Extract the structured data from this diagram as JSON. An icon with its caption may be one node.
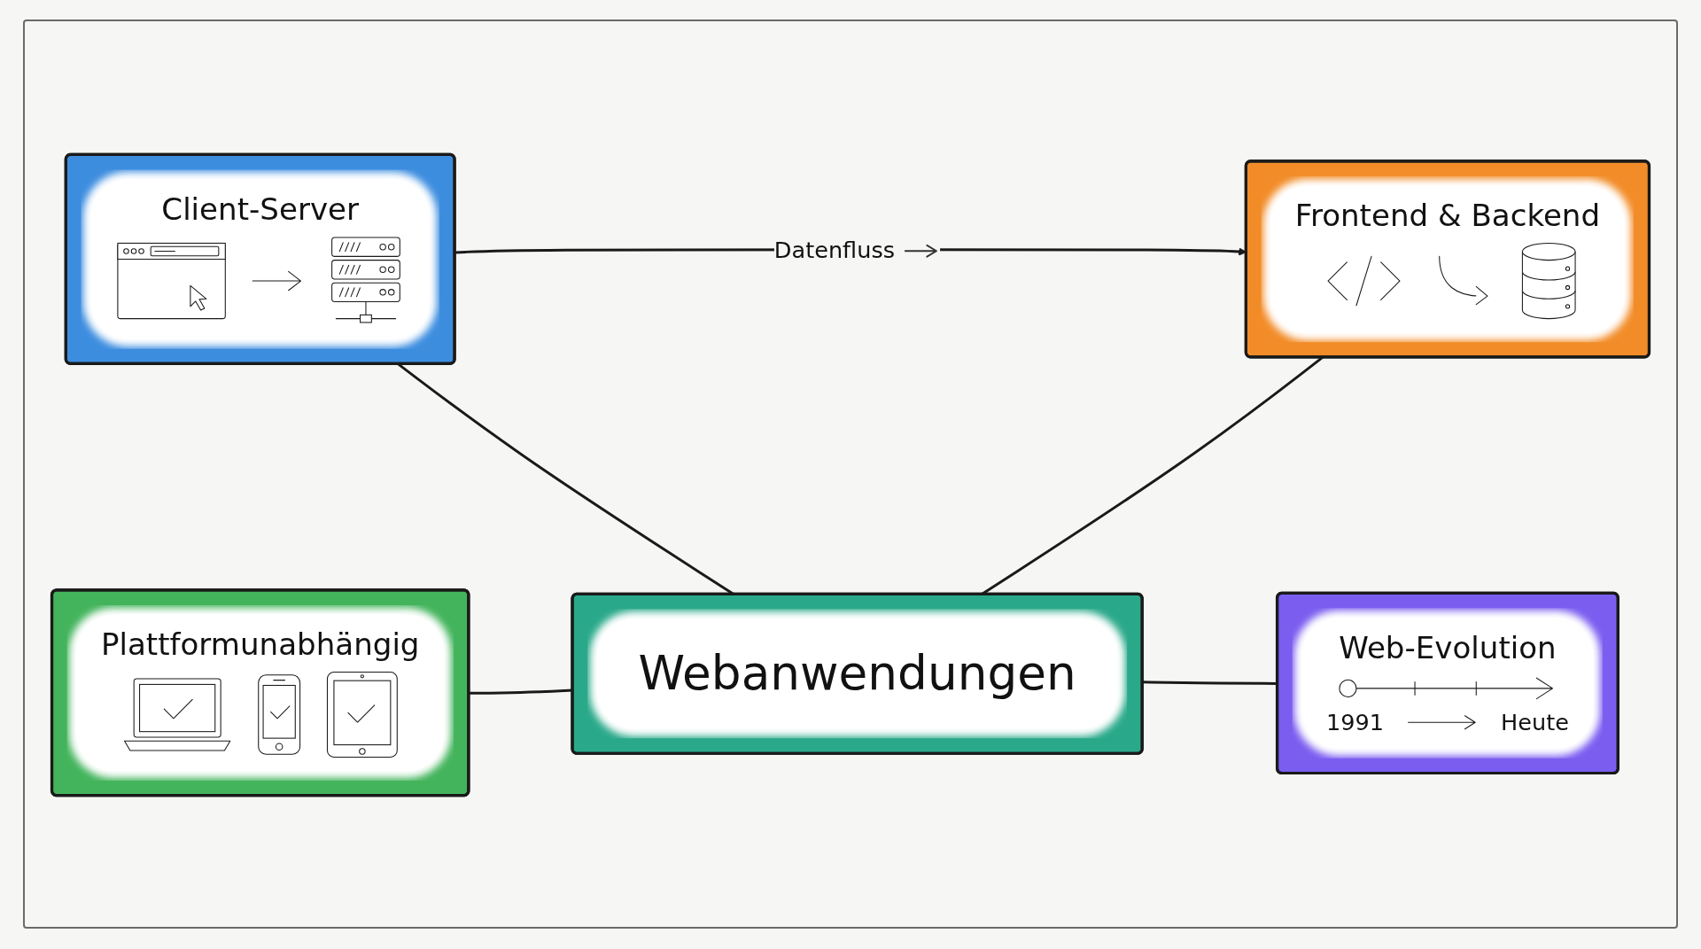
{
  "diagram": {
    "nodes": [
      {
        "text": [
          "Client-Server"
        ]
      },
      {
        "text": [
          "Frontend & Backend"
        ]
      },
      {
        "text": [
          "Webanwendungen"
        ]
      },
      {
        "text": [
          "Plattformunabhängig"
        ]
      },
      {
        "text": [
          "Web-Evolution",
          "1991",
          "Heute"
        ]
      }
    ],
    "edges": [
      {
        "from": 0,
        "to": 1,
        "arrow": "to",
        "label": "Datenfluss"
      },
      {
        "from": 0,
        "to": 2,
        "arrow": "none"
      },
      {
        "from": 2,
        "to": 1,
        "arrow": "none"
      },
      {
        "from": 3,
        "to": 2,
        "arrow": "none"
      },
      {
        "from": 2,
        "to": 4,
        "arrow": "none"
      }
    ]
  }
}
